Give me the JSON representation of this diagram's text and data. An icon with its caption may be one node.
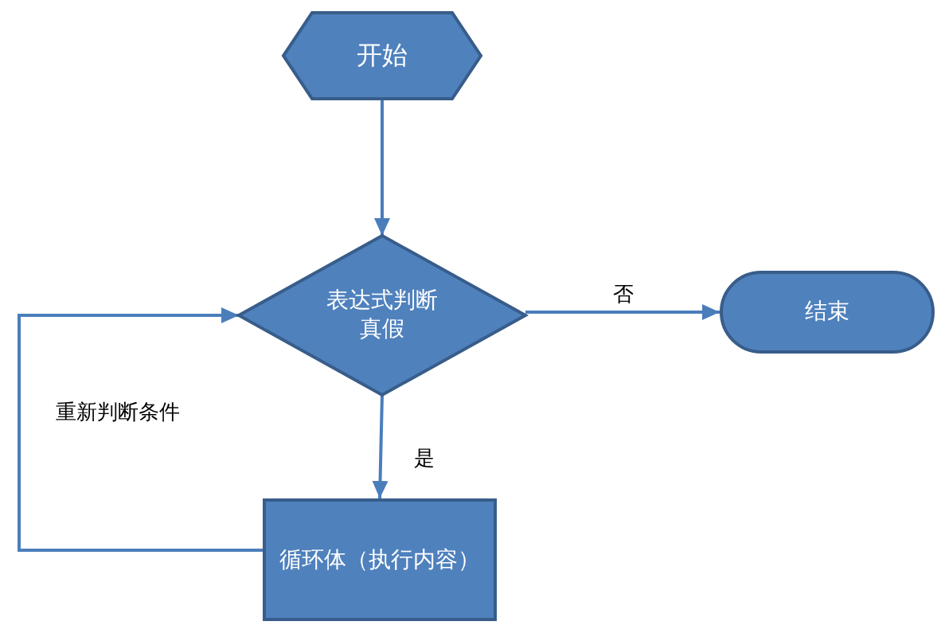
{
  "diagram": {
    "nodes": [
      {
        "text": [
          "开始"
        ]
      },
      {
        "text": [
          "表达式判断真假"
        ]
      },
      {
        "text": [
          "结束"
        ]
      },
      {
        "text": [
          "循环体（执行内容）"
        ]
      }
    ],
    "edges": [
      {
        "from": 0,
        "to": 1,
        "arrow": "to"
      },
      {
        "from": 1,
        "to": 2,
        "arrow": "to",
        "label": "否"
      },
      {
        "from": 1,
        "to": 3,
        "arrow": "to",
        "label": "是"
      },
      {
        "from": 3,
        "to": 1,
        "arrow": "to",
        "label": "重新判断条件"
      }
    ]
  }
}
